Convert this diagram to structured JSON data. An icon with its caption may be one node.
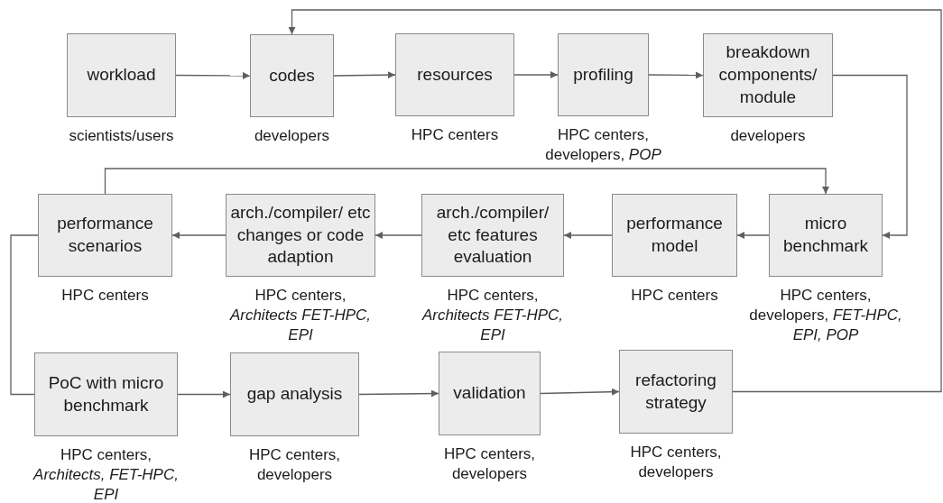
{
  "diagram": {
    "nodes": [
      {
        "text": [
          "workload"
        ],
        "beside": [
          "scientists/users"
        ]
      },
      {
        "text": [
          "codes"
        ],
        "beside": [
          "developers"
        ]
      },
      {
        "text": [
          "resources"
        ],
        "beside": [
          "HPC centers"
        ]
      },
      {
        "text": [
          "profiling"
        ],
        "beside": [
          "HPC centers, developers, *POP*"
        ]
      },
      {
        "text": [
          "breakdown components/ module"
        ],
        "beside": [
          "developers"
        ]
      },
      {
        "text": [
          "micro benchmark"
        ],
        "beside": [
          "HPC centers, developers, *FET-HPC, EPI, POP*"
        ]
      },
      {
        "text": [
          "performance model"
        ],
        "beside": [
          "HPC centers"
        ]
      },
      {
        "text": [
          "arch./compiler/ etc features evaluation"
        ],
        "beside": [
          "HPC centers, *Architects FET-HPC, EPI*"
        ]
      },
      {
        "text": [
          "arch./compiler/ etc changes or code adaption"
        ],
        "beside": [
          "HPC centers, *Architects FET-HPC, EPI*"
        ]
      },
      {
        "text": [
          "performance scenarios"
        ],
        "beside": [
          "HPC centers"
        ]
      },
      {
        "text": [
          "PoC with micro benchmark"
        ],
        "beside": [
          "HPC centers, *Architects, FET-HPC, EPI*"
        ]
      },
      {
        "text": [
          "gap analysis"
        ],
        "beside": [
          "HPC centers, developers"
        ]
      },
      {
        "text": [
          "validation"
        ],
        "beside": [
          "HPC centers, developers"
        ]
      },
      {
        "text": [
          "refactoring strategy"
        ],
        "beside": [
          "HPC centers, developers"
        ]
      }
    ],
    "edges": [
      {
        "from": 0,
        "to": 1,
        "arrow": "to"
      },
      {
        "from": 1,
        "to": 2,
        "arrow": "to"
      },
      {
        "from": 2,
        "to": 3,
        "arrow": "to"
      },
      {
        "from": 3,
        "to": 4,
        "arrow": "to"
      },
      {
        "from": 4,
        "to": 5,
        "arrow": "to"
      },
      {
        "from": 5,
        "to": 6,
        "arrow": "to"
      },
      {
        "from": 6,
        "to": 7,
        "arrow": "to"
      },
      {
        "from": 7,
        "to": 8,
        "arrow": "to"
      },
      {
        "from": 8,
        "to": 9,
        "arrow": "to"
      },
      {
        "from": 9,
        "to": 5,
        "arrow": "to"
      },
      {
        "from": 9,
        "to": 10,
        "arrow": "none"
      },
      {
        "from": 10,
        "to": 11,
        "arrow": "to"
      },
      {
        "from": 11,
        "to": 12,
        "arrow": "to"
      },
      {
        "from": 12,
        "to": 13,
        "arrow": "to"
      },
      {
        "from": 13,
        "to": 1,
        "arrow": "to"
      }
    ]
  }
}
